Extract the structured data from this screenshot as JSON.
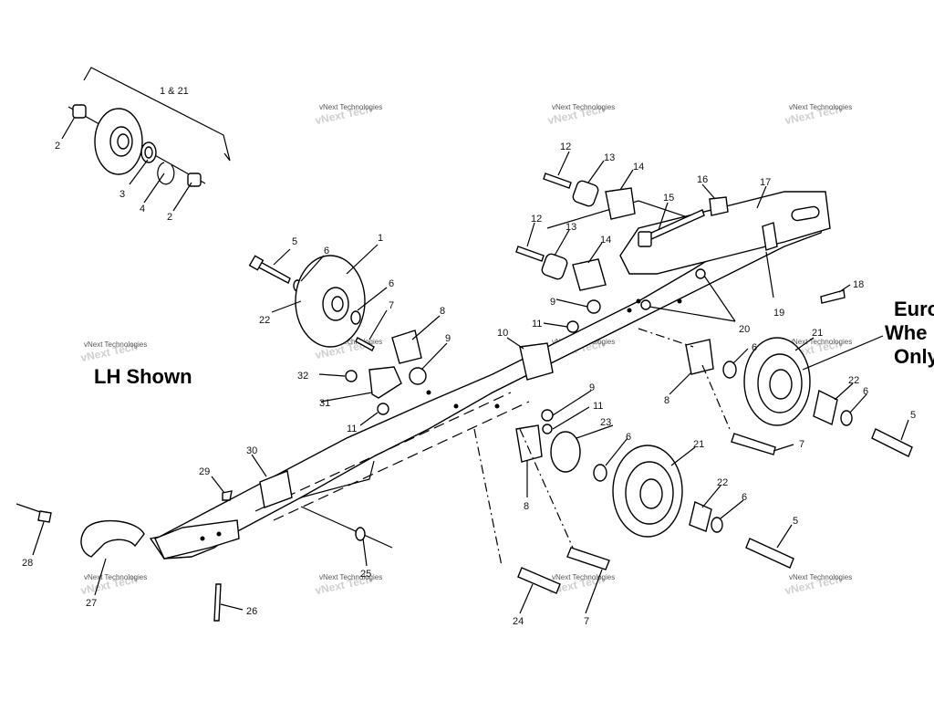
{
  "diagram": {
    "view_label": "LH Shown",
    "euro_note": [
      "Euro",
      "Whe",
      "Only"
    ],
    "assembly_bracket_label": "1 & 21",
    "watermark_text": "vNext Technologies",
    "callouts": {
      "c1": "1",
      "c2a": "2",
      "c2b": "2",
      "c3": "3",
      "c4": "4",
      "c5a": "5",
      "c5b": "5",
      "c5c": "5",
      "c6a": "6",
      "c6b": "6",
      "c6c": "6",
      "c6d": "6",
      "c6e": "6",
      "c6f": "6",
      "c6g": "6",
      "c7a": "7",
      "c7b": "7",
      "c7c": "7",
      "c8a": "8",
      "c8b": "8",
      "c8c": "8",
      "c9a": "9",
      "c9b": "9",
      "c9c": "9",
      "c10": "10",
      "c11a": "11",
      "c11b": "11",
      "c11c": "11",
      "c12a": "12",
      "c12b": "12",
      "c13a": "13",
      "c13b": "13",
      "c14a": "14",
      "c14b": "14",
      "c15": "15",
      "c16": "16",
      "c17": "17",
      "c18": "18",
      "c19": "19",
      "c20": "20",
      "c21a": "21",
      "c21b": "21",
      "c22a": "22",
      "c22b": "22",
      "c22c": "22",
      "c23": "23",
      "c24": "24",
      "c25": "25",
      "c26": "26",
      "c27": "27",
      "c28": "28",
      "c29": "29",
      "c30": "30",
      "c31": "31",
      "c32": "32"
    }
  }
}
